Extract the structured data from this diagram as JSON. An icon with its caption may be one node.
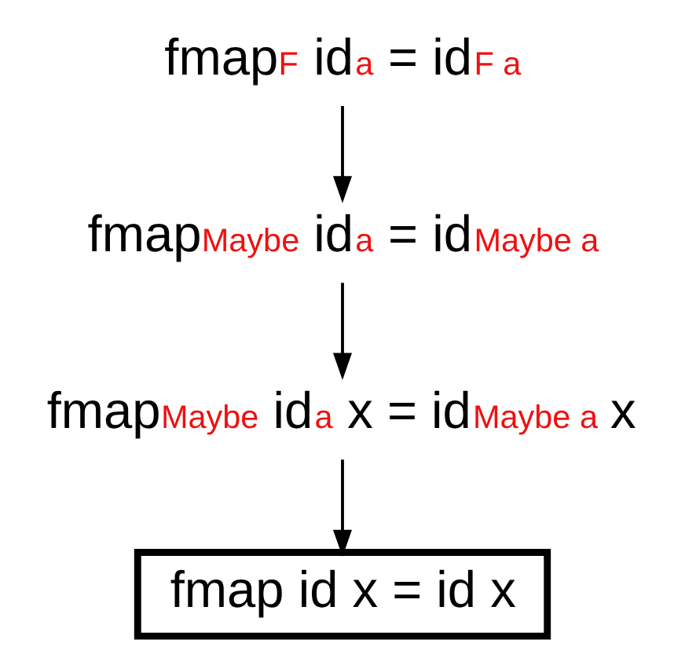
{
  "diagram": {
    "nodes": [
      {
        "text": [
          "fmap$_{F}$ id$_{a}$ = id$_{F a}$"
        ]
      },
      {
        "text": [
          "fmap$_{Maybe}$ id$_{a}$ = id$_{Maybe a}$"
        ]
      },
      {
        "text": [
          "fmap$_{Maybe}$ id$_{a}$ x = id$_{Maybe a}$ x"
        ]
      },
      {
        "text": [
          "fmap id x = id x"
        ]
      }
    ],
    "edges": [
      {
        "from": 0,
        "to": 1,
        "arrow": "to"
      },
      {
        "from": 1,
        "to": 2,
        "arrow": "to"
      },
      {
        "from": 2,
        "to": 3,
        "arrow": "to"
      }
    ]
  }
}
